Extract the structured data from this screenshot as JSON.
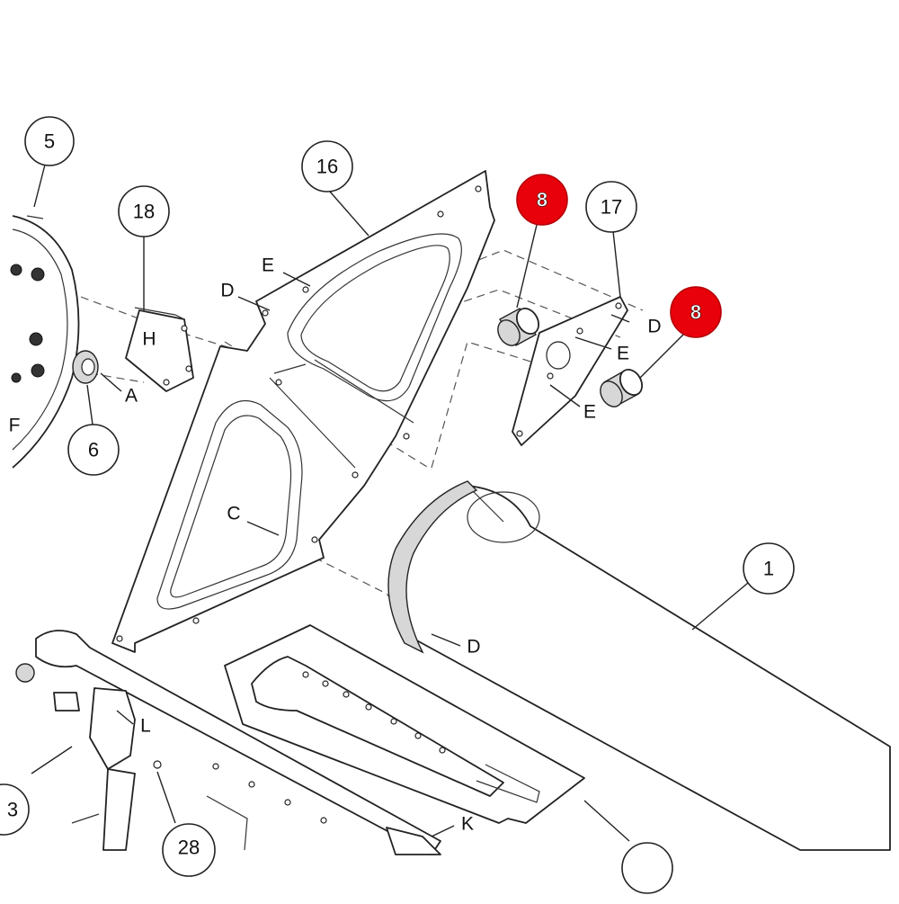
{
  "diagram": {
    "callouts": [
      {
        "id": "c5",
        "label": "5"
      },
      {
        "id": "c16",
        "label": "16"
      },
      {
        "id": "c18",
        "label": "18"
      },
      {
        "id": "c8a",
        "label": "8",
        "highlight": true
      },
      {
        "id": "c17",
        "label": "17"
      },
      {
        "id": "c8b",
        "label": "8",
        "highlight": true
      },
      {
        "id": "c6",
        "label": "6"
      },
      {
        "id": "c1",
        "label": "1"
      },
      {
        "id": "c3",
        "label": "3"
      },
      {
        "id": "c28",
        "label": "28"
      }
    ],
    "letters": {
      "e_upper": "E",
      "d_upper": "D",
      "h": "H",
      "a": "A",
      "f": "F",
      "c": "C",
      "d_right": "D",
      "e_right1": "E",
      "e_right2": "E",
      "d_lower": "D",
      "l": "L",
      "k": "K"
    },
    "colors": {
      "highlight": "#e8000b",
      "line": "#222222"
    }
  }
}
